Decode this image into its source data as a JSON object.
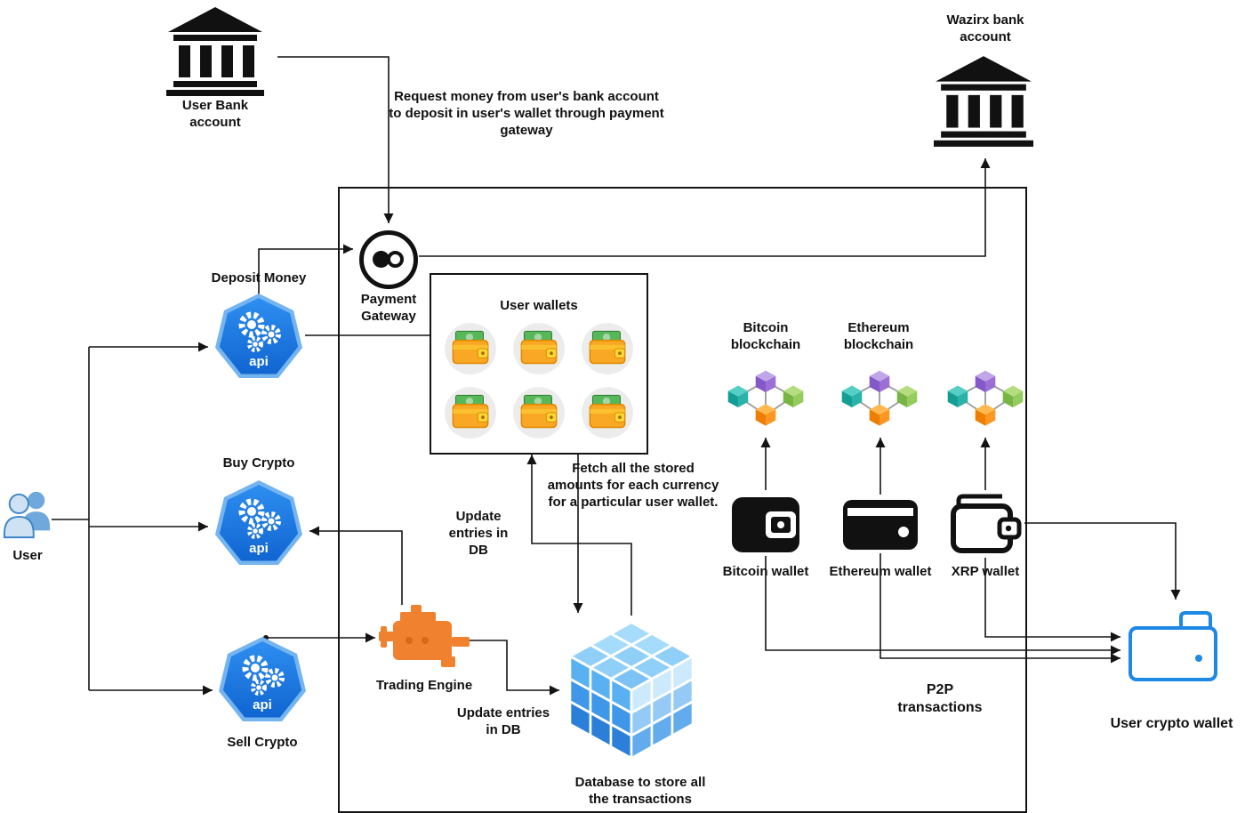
{
  "diagram": {
    "nodes": {
      "user_bank": {
        "label": "User Bank account"
      },
      "wazirx_bank": {
        "label": "Wazirx bank account"
      },
      "payment_gateway": {
        "label": "Payment Gateway"
      },
      "deposit_money": {
        "label": "Deposit Money"
      },
      "buy_crypto": {
        "label": "Buy Crypto"
      },
      "sell_crypto": {
        "label": "Sell Crypto"
      },
      "user": {
        "label": "User"
      },
      "user_wallets": {
        "label": "User wallets"
      },
      "trading_engine": {
        "label": "Trading Engine"
      },
      "database": {
        "label": "Database to store all the transactions"
      },
      "bitcoin_blockchain": {
        "label": "Bitcoin blockchain"
      },
      "ethereum_blockchain": {
        "label": "Ethereum blockchain"
      },
      "bitcoin_wallet": {
        "label": "Bitcoin wallet"
      },
      "ethereum_wallet": {
        "label": "Ethereum wallet"
      },
      "xrp_wallet": {
        "label": "XRP wallet"
      },
      "user_crypto_wallet": {
        "label": "User crypto wallet"
      },
      "api_badge": "api"
    },
    "annotations": {
      "request_money": "Request money from user's bank account to deposit in user's wallet through payment gateway",
      "fetch_amounts": "Fetch all the stored amounts for each currency for a particular user wallet.",
      "update_entries_wallets": "Update entries in DB",
      "update_entries_engine": "Update entries in DB",
      "p2p": "P2P transactions"
    },
    "colors": {
      "api_blue": "#1e88e5",
      "engine_orange": "#f0812e",
      "wallet_orange": "#f9a825",
      "cash_green": "#57b85a",
      "db_blue": "#3f97ea",
      "crypto_wallet_blue": "#1e88e5",
      "line": "#141414"
    }
  }
}
